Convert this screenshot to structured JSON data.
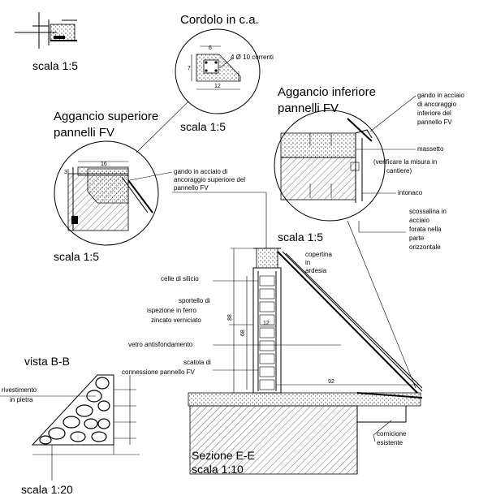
{
  "details": {
    "cordolo": {
      "title": "Cordolo in c.a.",
      "scale": "scala 1:5",
      "rebar_note": "4 Ø 10 correnti",
      "dims": [
        "6",
        "7",
        "12"
      ]
    },
    "top_left": {
      "scale": "scala 1:5"
    },
    "aggancio_superiore": {
      "title_line1": "Aggancio superiore",
      "title_line2": "pannelli FV",
      "scale": "scala 1:5",
      "dims": [
        "16",
        "3"
      ]
    },
    "aggancio_inferiore": {
      "title_line1": "Aggancio inferiore",
      "title_line2": "pannelli FV"
    }
  },
  "labels": {
    "gancio_sup": [
      "gando in acciaio di",
      "ancoraggio superiore del",
      "pannello FV"
    ],
    "gancio_inf": [
      "gando in acciaio",
      "di ancoraggio",
      "inferiore del",
      "pannello FV"
    ],
    "massetto": "massetto",
    "verificare": [
      "(verificare la misura in",
      "cantiere)"
    ],
    "intonaco": "intonaco",
    "scossalina": [
      "scossalina in",
      "acciaio",
      "forata nella",
      "parte",
      "orizzontale"
    ],
    "copertina": [
      "copertina",
      "in",
      "ardesia"
    ],
    "celle": "celle di silicio",
    "sportello": [
      "sportello di",
      "ispezione in ferro",
      "zincato verniciato"
    ],
    "vetro": "vetro antisfondamento",
    "scatola": [
      "scatola di",
      "connessione pannello FV"
    ],
    "cornicione": [
      "cornicione",
      "esistente"
    ],
    "rivestimento": [
      "rivestimento",
      "in pietra"
    ]
  },
  "section": {
    "scale_top": "scala 1:5",
    "title": "Sezione E-E",
    "scale": "scala 1:10",
    "dims": [
      "88",
      "68",
      "12",
      "92"
    ]
  },
  "vista": {
    "title": "vista B-B",
    "scale": "scala 1:20"
  }
}
